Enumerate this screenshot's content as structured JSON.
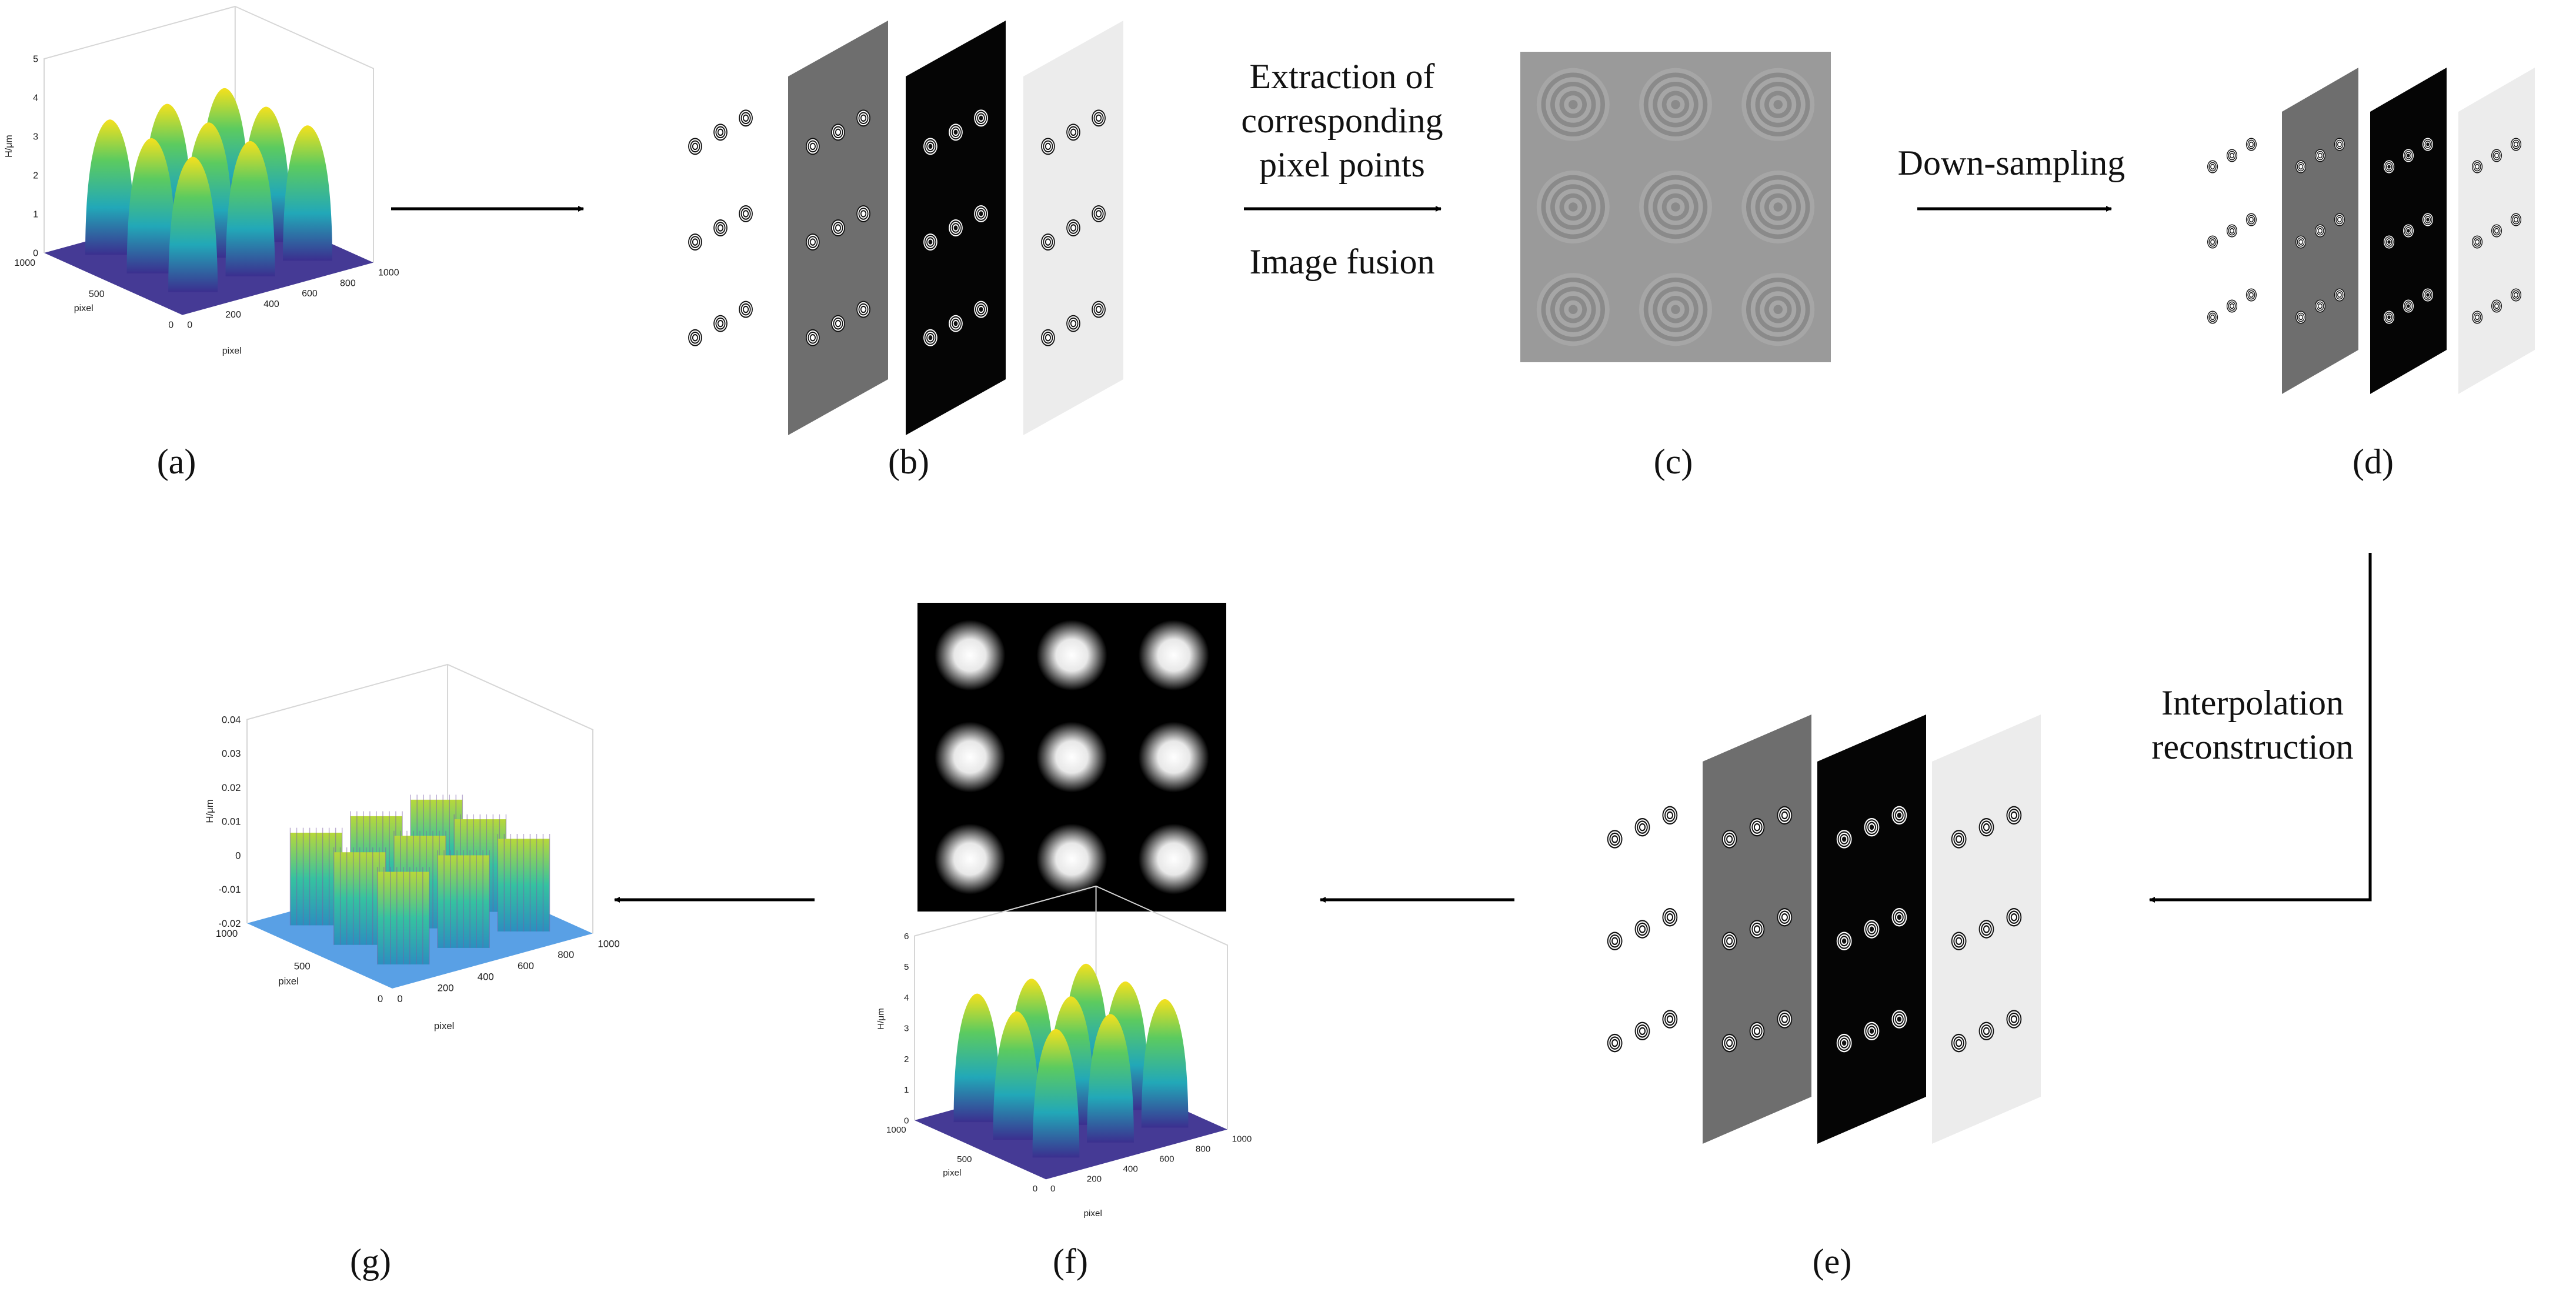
{
  "labels": {
    "a": "(a)",
    "b": "(b)",
    "c": "(c)",
    "d": "(d)",
    "e": "(e)",
    "f": "(f)",
    "g": "(g)"
  },
  "captions": {
    "extraction_line1": "Extraction of",
    "extraction_line2": "corresponding",
    "extraction_line3": "pixel points",
    "fusion": "Image fusion",
    "downsampling": "Down-sampling",
    "interp_line1": "Interpolation",
    "interp_line2": "reconstruction"
  },
  "plots": {
    "a": {
      "zlabel": "H/μm",
      "z_ticks": [
        "0",
        "1",
        "2",
        "3",
        "4",
        "5"
      ],
      "left_axis_label": "pixel",
      "left_ticks": [
        "1000",
        "500",
        "0"
      ],
      "right_axis_label": "pixel",
      "right_ticks": [
        "0",
        "200",
        "400",
        "600",
        "800",
        "1000"
      ]
    },
    "f": {
      "zlabel": "H/μm",
      "z_ticks": [
        "0",
        "1",
        "2",
        "3",
        "4",
        "5",
        "6"
      ],
      "left_axis_label": "pixel",
      "left_ticks": [
        "1000",
        "500",
        "0"
      ],
      "right_axis_label": "pixel",
      "right_ticks": [
        "0",
        "200",
        "400",
        "600",
        "800",
        "1000"
      ]
    },
    "g": {
      "zlabel": "H/μm",
      "z_ticks": [
        "-0.02",
        "-0.01",
        "0",
        "0.01",
        "0.02",
        "0.03",
        "0.04"
      ],
      "left_axis_label": "pixel",
      "left_ticks": [
        "1000",
        "500",
        "0"
      ],
      "right_axis_label": "pixel",
      "right_ticks": [
        "0",
        "200",
        "400",
        "600",
        "800",
        "1000"
      ]
    }
  },
  "colors": {
    "panel_gray": "#6e6e6e",
    "panel_black": "#050505",
    "panel_light": "#ececec",
    "fused_gray": "#9a9a9a",
    "depth_black": "#000000",
    "surface_low": "#3b2f8f",
    "surface_mid": "#22a8b8",
    "surface_high": "#f5e11d"
  }
}
